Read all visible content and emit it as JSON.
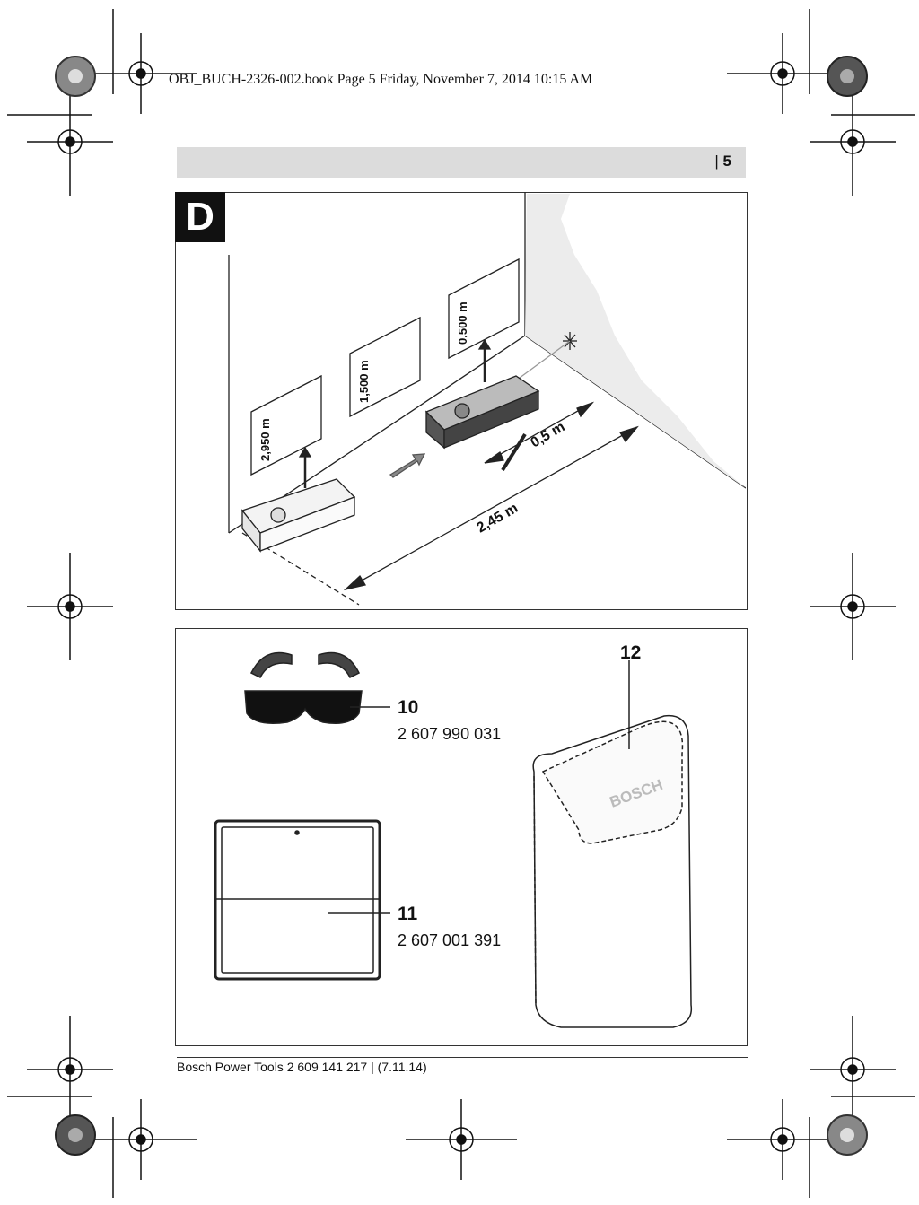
{
  "print_header": "OBJ_BUCH-2326-002.book  Page 5  Friday, November 7, 2014  10:15 AM",
  "page_number": "5",
  "figure_d": {
    "badge": "D",
    "dim_long": "2,45 m",
    "dim_short": "0,5 m",
    "displays": [
      "2,950 m",
      "1,500 m",
      "0,500 m"
    ]
  },
  "accessories": [
    {
      "callout": "10",
      "part_number": "2 607 990 031",
      "icon": "laser-glasses-icon"
    },
    {
      "callout": "11",
      "part_number": "2 607 001 391",
      "icon": "laser-target-plate-icon"
    },
    {
      "callout": "12",
      "icon": "protective-pouch-icon"
    }
  ],
  "pouch_brand": "BOSCH",
  "footer": "Bosch Power Tools 2 609 141 217 | (7.11.14)"
}
